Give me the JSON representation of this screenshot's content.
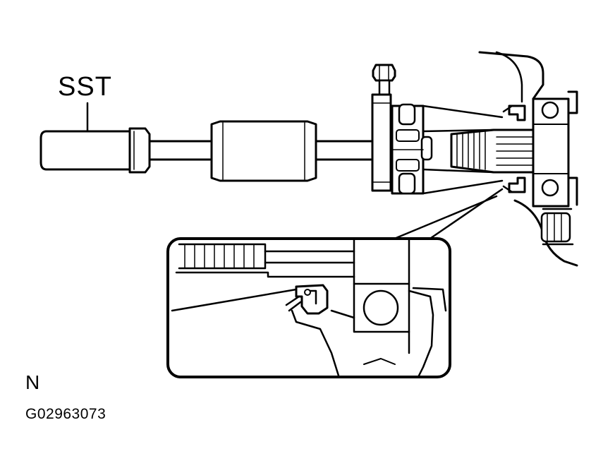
{
  "callouts": {
    "tool_label": "SST",
    "view_label": "N",
    "figure_code": "G02963073"
  },
  "colors": {
    "ink": "#000000",
    "paper": "#ffffff",
    "shade": "#e6e6e6"
  },
  "icons": {
    "tool": "sliding-hammer-puller",
    "detail": "magnified-seal-detail"
  }
}
